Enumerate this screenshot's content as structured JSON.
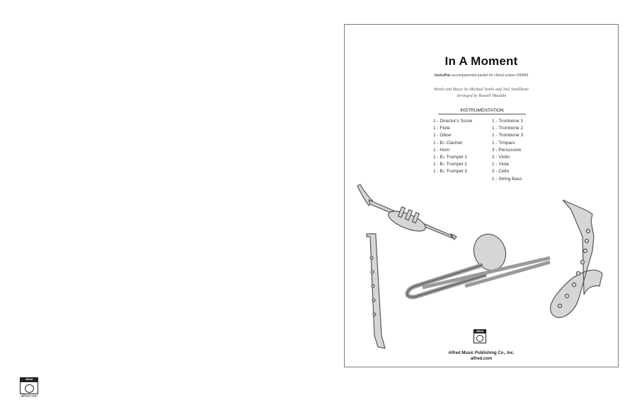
{
  "cover": {
    "title": "In A Moment",
    "subtitle_brand": "InstruPax",
    "subtitle_rest": " accompaniment packet for choral octavo #36984",
    "credits_words": "Words and Music by Michael Neale and Joel Smallbone",
    "credits_arranged": "Arranged by Russell Mauldin",
    "instrumentation_heading": "INSTRUMENTATION",
    "instruments_col1": [
      "1 - Director's Score",
      "1 - Flute",
      "1 - Oboe",
      "1 - B♭ Clarinet",
      "1 - Horn",
      "1 - B♭ Trumpet 1",
      "1 - B♭ Trumpet 2",
      "1 - B♭ Trumpet 3"
    ],
    "instruments_col2": [
      "1 - Trombone 1",
      "1 - Trombone 2",
      "1 - Trombone 3",
      "1 - Timpani",
      "3 - Percussion",
      "2 - Violin",
      "1 - Viola",
      "2 - Cello",
      "1 - String Bass"
    ],
    "logo_text": "Alfred",
    "publisher": "Alfred Music Publishing Co., Inc.",
    "publisher_url": "alfred.com"
  },
  "page_logo": {
    "logo_text": "Alfred",
    "url": "alfred.com"
  },
  "colors": {
    "instrument_fill": "#d6d6d6",
    "instrument_stroke": "#555555",
    "border": "#7a7a7a"
  }
}
